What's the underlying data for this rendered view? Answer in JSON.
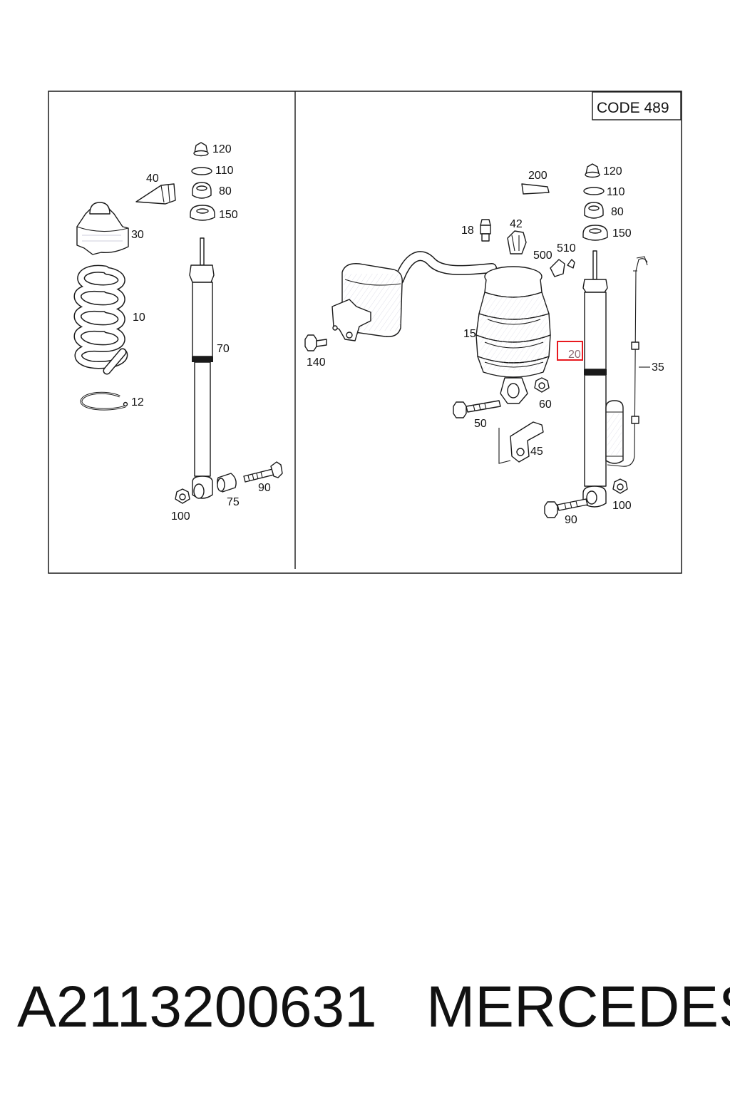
{
  "diagram": {
    "code_label": "CODE 489",
    "highlight_color": "#e8191f",
    "left_panel": {
      "labels": [
        "120",
        "110",
        "80",
        "150",
        "40",
        "30",
        "10",
        "70",
        "12",
        "90",
        "75",
        "100"
      ]
    },
    "right_panel": {
      "labels": [
        "200",
        "120",
        "110",
        "80",
        "150",
        "18",
        "42",
        "500",
        "510",
        "15",
        "140",
        "20",
        "35",
        "60",
        "50",
        "45",
        "100",
        "90"
      ],
      "highlighted_label": "20"
    }
  },
  "footer": {
    "part_number": "A2113200631",
    "brand": "MERCEDES"
  }
}
